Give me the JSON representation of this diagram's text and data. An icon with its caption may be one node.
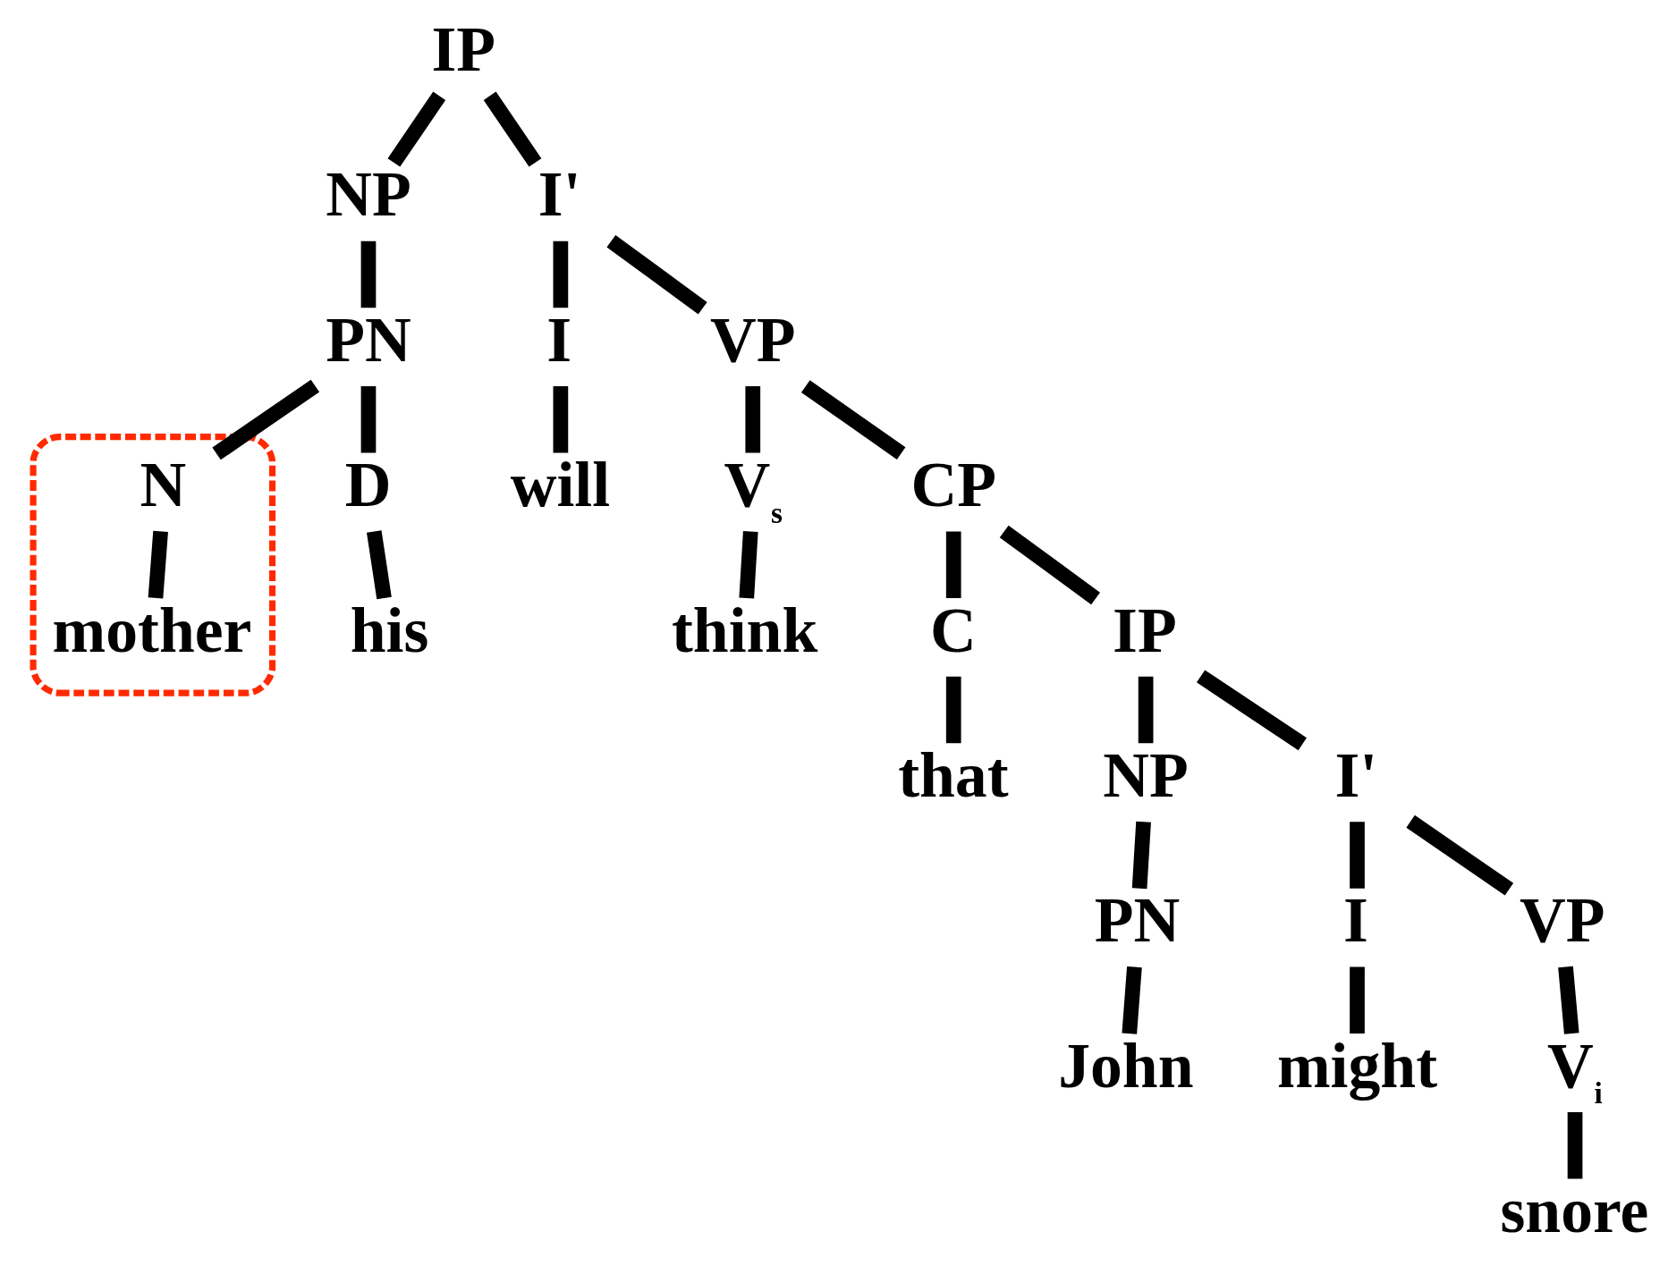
{
  "diagram": {
    "nodes": [
      {
        "text": [
          "IP"
        ]
      },
      {
        "text": [
          "NP"
        ]
      },
      {
        "text": [
          "I'"
        ]
      },
      {
        "text": [
          "PN"
        ]
      },
      {
        "text": [
          "I"
        ]
      },
      {
        "text": [
          "VP"
        ]
      },
      {
        "text": [
          "D"
        ]
      },
      {
        "text": [],
        "shape": "ellipse"
      },
      {
        "text": [
          "N"
        ],
        "in": 7
      },
      {
        "text": [
          "will"
        ]
      },
      {
        "text": [
          "V$_{s}$"
        ]
      },
      {
        "text": [
          "CP"
        ]
      },
      {
        "text": [
          "his"
        ]
      },
      {
        "text": [
          "mother"
        ],
        "in": 7
      },
      {
        "text": [
          "think"
        ]
      },
      {
        "text": [
          "C"
        ]
      },
      {
        "text": [
          "IP"
        ]
      },
      {
        "text": [
          "that"
        ]
      },
      {
        "text": [
          "NP"
        ]
      },
      {
        "text": [
          "I'"
        ]
      },
      {
        "text": [
          "PN"
        ]
      },
      {
        "text": [
          "I"
        ]
      },
      {
        "text": [
          "VP"
        ]
      },
      {
        "text": [
          "might"
        ]
      },
      {
        "text": [
          "V$_{i}$"
        ]
      },
      {
        "text": [
          "John"
        ]
      },
      {
        "text": [
          "snore"
        ]
      }
    ],
    "edges": [
      {
        "from": 0,
        "to": 1,
        "arrow": "none"
      },
      {
        "from": 0,
        "to": 2,
        "arrow": "none"
      },
      {
        "from": 1,
        "to": 3,
        "arrow": "none"
      },
      {
        "from": 2,
        "to": 4,
        "arrow": "none"
      },
      {
        "from": 2,
        "to": 5,
        "arrow": "none"
      },
      {
        "from": 3,
        "to": 6,
        "arrow": "none"
      },
      {
        "from": 3,
        "to": 8,
        "arrow": "none"
      },
      {
        "from": 6,
        "to": 12,
        "arrow": "none"
      },
      {
        "from": 8,
        "to": 13,
        "arrow": "none"
      },
      {
        "from": 4,
        "to": 9,
        "arrow": "none"
      },
      {
        "from": 5,
        "to": 10,
        "arrow": "none"
      },
      {
        "from": 5,
        "to": 11,
        "arrow": "none"
      },
      {
        "from": 10,
        "to": 14,
        "arrow": "none"
      },
      {
        "from": 11,
        "to": 15,
        "arrow": "none"
      },
      {
        "from": 11,
        "to": 16,
        "arrow": "none"
      },
      {
        "from": 15,
        "to": 17,
        "arrow": "none"
      },
      {
        "from": 16,
        "to": 18,
        "arrow": "none"
      },
      {
        "from": 16,
        "to": 19,
        "arrow": "none"
      },
      {
        "from": 18,
        "to": 20,
        "arrow": "none"
      },
      {
        "from": 19,
        "to": 21,
        "arrow": "none"
      },
      {
        "from": 19,
        "to": 22,
        "arrow": "none"
      },
      {
        "from": 20,
        "to": 25,
        "arrow": "none"
      },
      {
        "from": 21,
        "to": 23,
        "arrow": "none"
      },
      {
        "from": 22,
        "to": 24,
        "arrow": "none"
      },
      {
        "from": 24,
        "to": 26,
        "arrow": "none"
      }
    ]
  }
}
